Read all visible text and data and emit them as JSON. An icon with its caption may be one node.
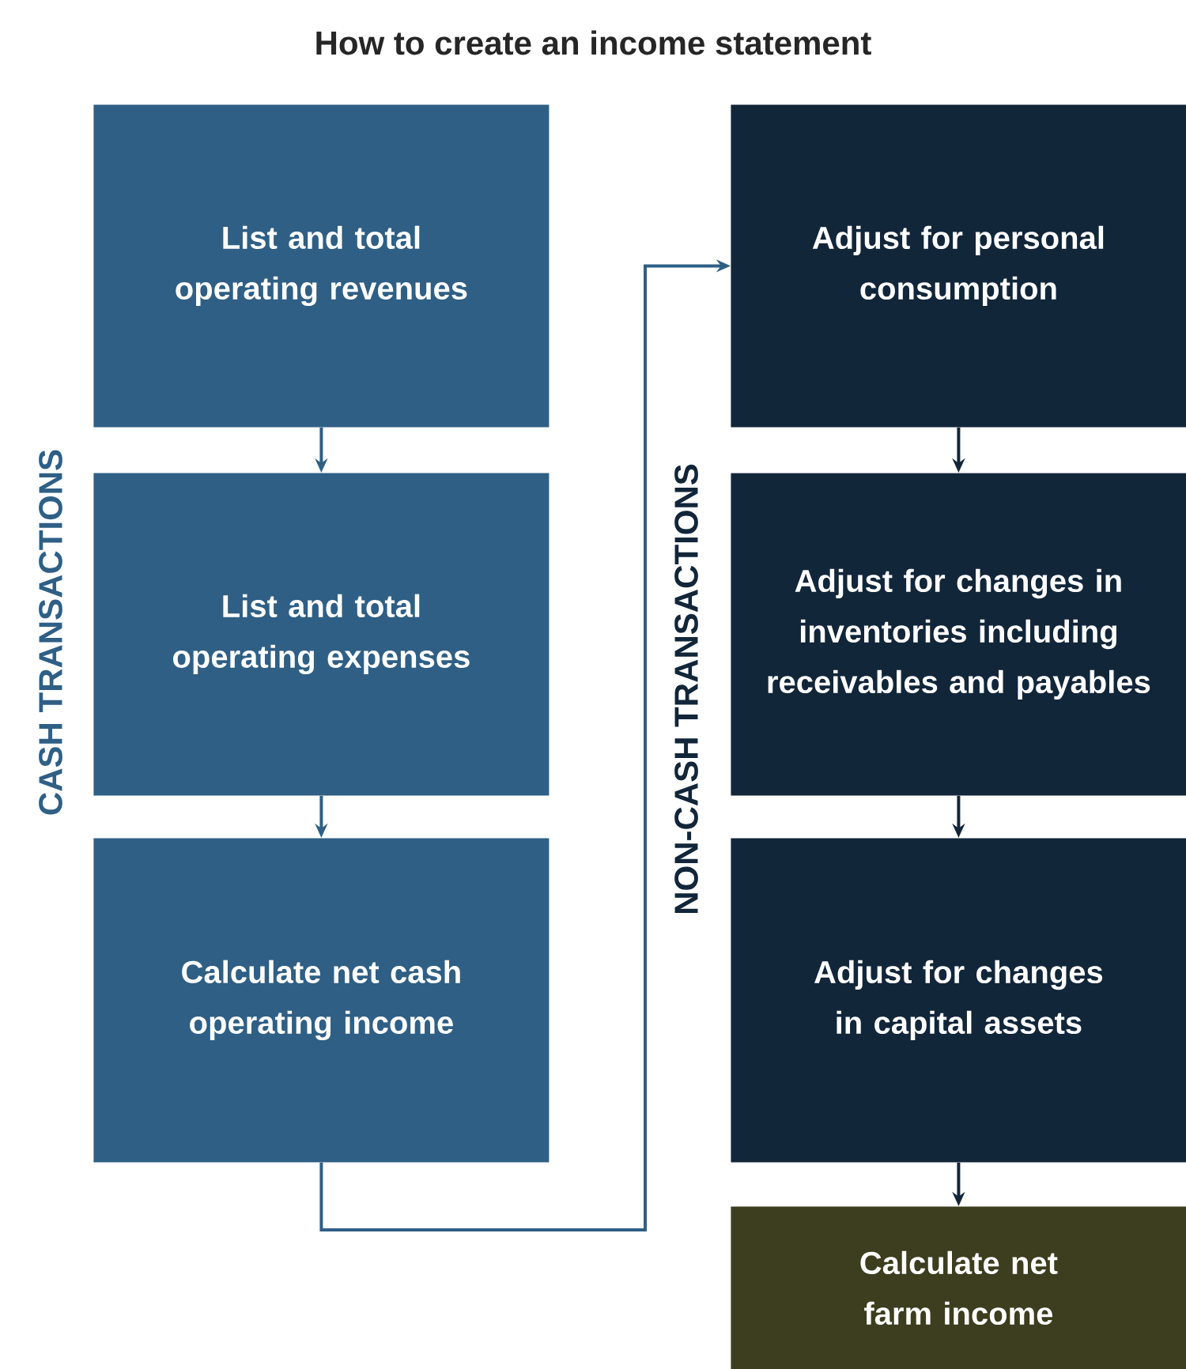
{
  "diagram": {
    "title": "How to create an income statement",
    "nodes": [
      {
        "text": [
          "List and total operating revenues"
        ]
      },
      {
        "text": [
          "List and total operating expenses"
        ]
      },
      {
        "text": [
          "Calculate net cash operating income"
        ]
      },
      {
        "text": [
          "Adjust for personal consumption"
        ]
      },
      {
        "text": [
          "Adjust for changes in inventories including receivables and payables"
        ]
      },
      {
        "text": [
          "Adjust for changes in capital assets"
        ]
      },
      {
        "text": [
          "Calculate net farm income"
        ]
      }
    ],
    "edges": [
      {
        "from": 0,
        "to": 1,
        "arrow": "to"
      },
      {
        "from": 1,
        "to": 2,
        "arrow": "to"
      },
      {
        "from": 2,
        "to": 3,
        "arrow": "to"
      },
      {
        "from": 3,
        "to": 4,
        "arrow": "to",
        "color": "#12263a"
      },
      {
        "from": 4,
        "to": 5,
        "arrow": "to",
        "color": "#12263a"
      },
      {
        "from": 5,
        "to": 6,
        "arrow": "to",
        "color": "#12263a"
      }
    ],
    "labels": [
      "CASH TRANSACTIONS",
      "NON-CASH TRANSACTIONS"
    ]
  }
}
